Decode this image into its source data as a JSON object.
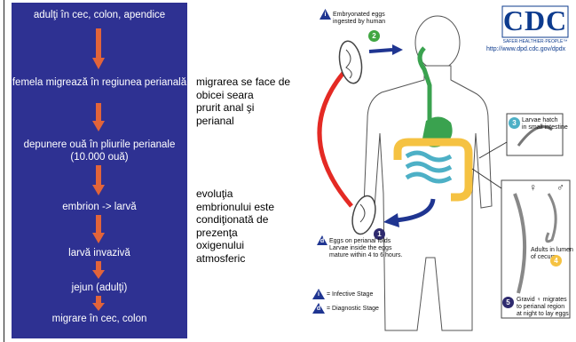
{
  "flow_steps": [
    "adulţi în cec, colon, apendice",
    "femela migrează în regiunea perianală",
    "depunere ouă în pliurile perianale (10.000 ouă)",
    "embrion -> larvă",
    "larvă invazivă",
    "jejun (adulţi)",
    "migrare în cec, colon"
  ],
  "notes": {
    "migration": [
      "migrarea se face de",
      "obicei seara",
      "prurit anal şi",
      "perianal"
    ],
    "evolution": [
      "evoluţia",
      "embrionului este",
      "condiţionată de",
      "prezenţa",
      "oxigenului",
      "atmosferic"
    ]
  },
  "cdc": {
    "logo": "CDC",
    "tagline": "SAFER·HEALTHIER·PEOPLE™",
    "url": "http://www.dpd.cdc.gov/dpdx"
  },
  "lifecycle": {
    "embryonated": [
      "Embryonated eggs",
      "ingested by human"
    ],
    "hatch": [
      "Larvae hatch",
      "in small intestine"
    ],
    "adults": [
      "Adults in lumen",
      "of cecum"
    ],
    "gravid": [
      "Gravid",
      "migrates",
      "to perianal region",
      "at night to lay eggs"
    ],
    "eggs_perianal": [
      "Eggs on perianal folds",
      "Larvae inside the eggs",
      "mature within 4 to 6 hours."
    ],
    "legend_infective": "= Infective Stage",
    "legend_diagnostic": "= Diagnostic Stage",
    "badge_1": "1",
    "badge_2": "2",
    "badge_3": "3",
    "badge_4": "4",
    "badge_5": "5",
    "tri_i": "i",
    "tri_d": "d",
    "female_symbol": "♀",
    "male_symbol": "♂",
    "gravid_symbol": "♀"
  },
  "colors": {
    "panel": "#2e3192",
    "flow_arrow": "#e2643a",
    "cycle_red": "#e42a24",
    "cycle_blue": "#1f3591",
    "cdc_blue": "#0d3b8e",
    "esophagus": "#3aa24f",
    "colon": "#f5c242",
    "small_intestine": "#4db0c6"
  }
}
